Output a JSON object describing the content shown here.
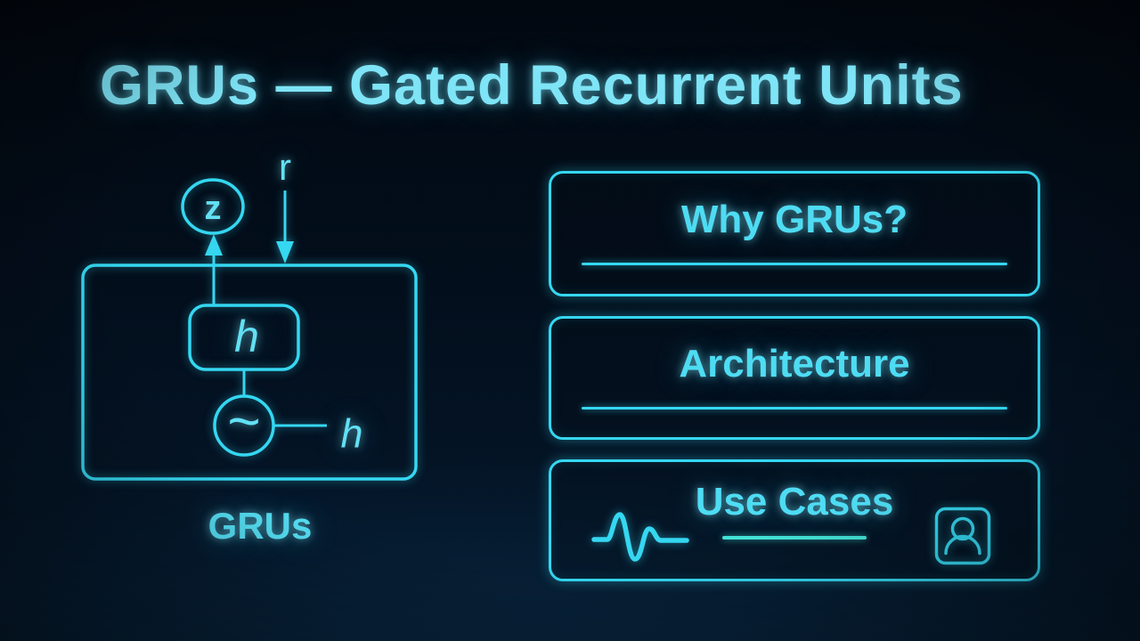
{
  "page": {
    "title": "GRUs — Gated Recurrent Units"
  },
  "diagram": {
    "caption": "GRUs",
    "update_gate_label": "z",
    "reset_gate_label": "r",
    "hidden_state_label": "h",
    "candidate_symbol": "~",
    "output_state_label": "h"
  },
  "menu": {
    "items": [
      {
        "label": "Why GRUs?"
      },
      {
        "label": "Architecture"
      },
      {
        "label": "Use Cases"
      }
    ]
  },
  "icons": {
    "use_cases_wave": "waveform-icon",
    "use_cases_profile": "profile-icon"
  },
  "colors": {
    "accent_stroke": "#35d7f1",
    "title_text": "#7ee4f6",
    "button_text": "#4edcf3",
    "use_cases_underline": "#42e2d6",
    "background_top": "#020810",
    "background_bottom": "#051a2e"
  }
}
